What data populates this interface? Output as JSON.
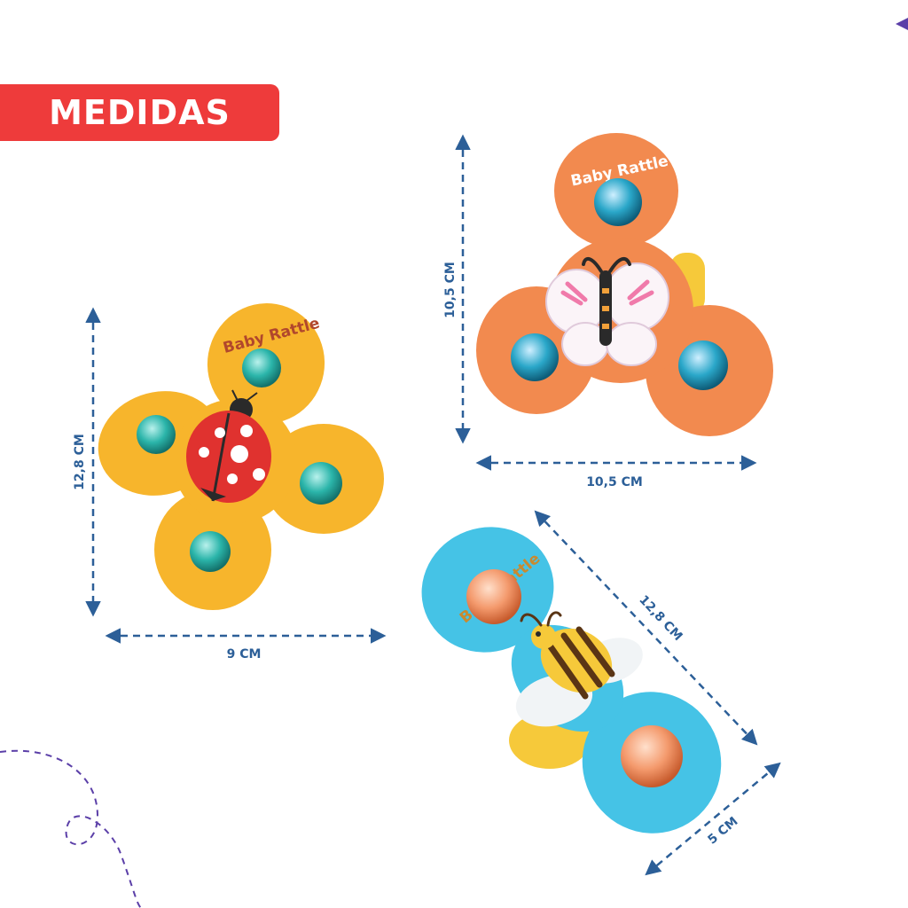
{
  "badge": {
    "label": "MEDIDAS"
  },
  "product_text": "Baby Rattle",
  "dimensions": {
    "ladybug_height": "12,8 CM",
    "ladybug_width": "9 CM",
    "butterfly_height": "10,5 CM",
    "butterfly_width": "10,5 CM",
    "bee_length": "12,8 CM",
    "bee_width": "5 CM"
  },
  "colors": {
    "badge": "#ee3b3b",
    "dimension_line": "#2c5f98",
    "yellow_spinner": "#f7b52c",
    "orange_spinner": "#f28a4f",
    "blue_spinner": "#45c3e6",
    "accent_purple": "#5b3fa8"
  }
}
